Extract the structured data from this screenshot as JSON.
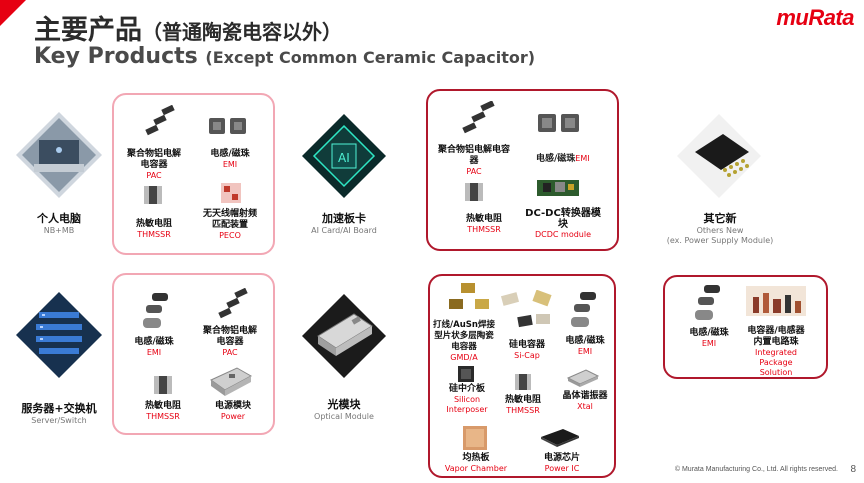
{
  "header": {
    "title_cn": "主要产品",
    "title_cn_sub": "（普通陶瓷电容以外）",
    "title_en": "Key Products",
    "title_en_sub": "(Except Common Ceramic Capacitor)",
    "logo_text": "muRata"
  },
  "colors": {
    "brand": "#e60012",
    "pink_border": "#f2a7b4",
    "dark_border": "#b0182c"
  },
  "categories": {
    "pc": {
      "cn": "个人电脑",
      "en": "NB+MB"
    },
    "ai": {
      "cn": "加速板卡",
      "en": "AI Card/AI Board"
    },
    "others": {
      "cn": "其它新",
      "en": "Others New",
      "en2": "(ex. Power Supply Module)"
    },
    "server": {
      "cn": "服务器+交换机",
      "en": "Server/Switch"
    },
    "optical": {
      "cn": "光模块",
      "en": "Optical Module"
    }
  },
  "boxes": {
    "pc": [
      {
        "cn": "聚合物铝电解\n电容器",
        "en": "PAC"
      },
      {
        "cn": "电感/磁珠",
        "en": "EMI"
      },
      {
        "cn": "热敏电阻",
        "en": "THMSSR"
      },
      {
        "cn": "无天线帽射频\n匹配装置",
        "en": "PECO"
      }
    ],
    "ai": [
      {
        "cn": "聚合物铝电解电容\n器",
        "en": "PAC"
      },
      {
        "cn": "电感/磁珠",
        "en": "EMI"
      },
      {
        "cn": "热敏电阻",
        "en": "THMSSR"
      },
      {
        "cn": "DC-DC转换器模\n块",
        "en": "DCDC module"
      }
    ],
    "others": [
      {
        "cn": "电感/磁珠",
        "en": "EMI"
      },
      {
        "cn": "电容器/电感器\n内置电路珠",
        "en": "Integrated\nPackage\nSolution"
      }
    ],
    "server": [
      {
        "cn": "电感/磁珠",
        "en": "EMI"
      },
      {
        "cn": "聚合物铝电解\n电容器",
        "en": "PAC"
      },
      {
        "cn": "热敏电阻",
        "en": "THMSSR"
      },
      {
        "cn": "电源模块",
        "en": "Power"
      }
    ],
    "optical": [
      {
        "cn": "打线/AuSn焊接\n型片状多层陶瓷\n电容器",
        "en": "GMD/A"
      },
      {
        "cn": "硅电容器",
        "en": "Si-Cap"
      },
      {
        "cn": "电感/磁珠",
        "en": "EMI"
      },
      {
        "cn": "硅中介板",
        "en": "Silicon\nInterposer"
      },
      {
        "cn": "热敏电阻",
        "en": "THMSSR"
      },
      {
        "cn": "晶体谐振器",
        "en": "Xtal"
      },
      {
        "cn": "均热板",
        "en": "Vapor Chamber"
      },
      {
        "cn": "电源芯片",
        "en": "Power IC"
      }
    ]
  },
  "footer": {
    "copyright": "© Murata Manufacturing Co., Ltd. All rights reserved.",
    "page": "8"
  }
}
